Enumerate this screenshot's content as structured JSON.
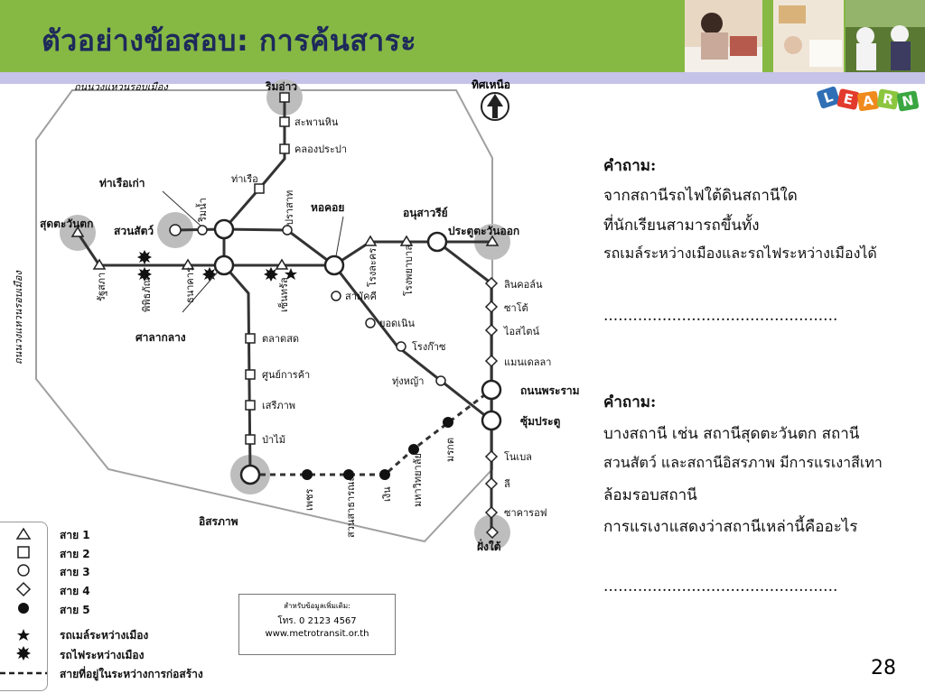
{
  "title": "ตัวอย่างข้อสอบ: การค้นสาระ",
  "colors": {
    "header": "#86b944",
    "strip": "#c5c3e8",
    "title": "#1d2a5a",
    "halo": "#bdbdbd",
    "line": "#333333"
  },
  "map": {
    "ring_label_top": "ถนนวงแหวนรอบเมือง",
    "ring_label_left": "ถนนวงแหวนรอบเมือง",
    "north_label": "ทิศเหนือ",
    "stations": {
      "rimao": "ริมอ่าว",
      "saphan_hin": "สะพานหิน",
      "khlong_prapa": "คลองประปา",
      "tha_ruea": "ท่าเรือ",
      "tha_ruea_kao": "ท่าเรือเก่า",
      "sud_tawan_tok": "สุดตะวันตก",
      "suan_sat": "สวนสัตว์",
      "rim_nam": "ริมน้ำ",
      "prasat": "ปราสาท",
      "hok_khoi": "หอคอย",
      "anusawari": "อนุสาวรีย์",
      "pratu_tawan_ok": "ประตูตะวันออก",
      "rongkhon": "โรงละคร",
      "rongphayaban": "โรงพยาบาล",
      "ratthasapha": "รัฐสภา",
      "phiphitthaphan": "พิพิธภัณฑ์",
      "thanakhan": "ธนาคาร",
      "sen_thoris": "เซ็นทรัล",
      "samakkhi": "สามัคคี",
      "sala_klang": "ศาลากลาง",
      "talat_sot": "ตลาดสด",
      "sun_kan_kha": "ศูนย์การค้า",
      "seriphap": "เสรีภาพ",
      "pa_mai": "ป่าไม้",
      "itsaraphap": "อิสรภาพ",
      "yot_noen": "ยอดเนิน",
      "rong_kasa": "โรงก๊าซ",
      "thung_ya": "ทุ่งหญ้า",
      "thanon_phra_ram": "ถนนพระราม",
      "sum_pratu": "ซุ้มประตู",
      "lincoln": "ลินคอล์น",
      "sato": "ซาโต้",
      "islind": "ไอสไตน์",
      "mandela": "แมนเดลลา",
      "nobel": "โนเบล",
      "li": "ลี",
      "sakharov": "ซาคารอฟ",
      "fang_tai": "ฝั่งใต้",
      "phet": "เพชร",
      "suan_satharana": "สวนสาธารณะ",
      "ngoen": "เงิน",
      "mahawitthayalai": "มหาวิทยาลัย",
      "morakot": "มรกต"
    }
  },
  "legend": {
    "line1": "สาย 1",
    "line2": "สาย 2",
    "line3": "สาย 3",
    "line4": "สาย 4",
    "line5": "สาย 5",
    "express": "รถเมล์ระหว่างเมือง",
    "intercity_train": "รถไฟระหว่างเมือง",
    "under_construction": "สายที่อยู่ในระหว่างการก่อสร้าง"
  },
  "contact": {
    "line1": "สำหรับข้อมูลเพิ่มเติม:",
    "phone": "โทร. 0 2123 4567",
    "website": "www.metrotransit.or.th"
  },
  "questions": [
    {
      "heading": "คำถาม:",
      "lines": [
        "จากสถานีรถไฟใต้ดินสถานีใด",
        "ที่นักเรียนสามารถขึ้นทั้ง",
        "รถเมล์ระหว่างเมืองและรถไฟระหว่างเมืองได้"
      ],
      "answer": "................................................"
    },
    {
      "heading": "คำถาม:",
      "lines": [
        "บางสถานี เช่น สถานีสุดตะวันตก สถานี",
        "สวนสัตว์ และสถานีอิสรภาพ มีการแรเงาสีเทา",
        "ล้อมรอบสถานี",
        "การแรเงาแสดงว่าสถานีเหล่านี้คืออะไร"
      ],
      "answer": "................................................"
    }
  ],
  "page_number": "28",
  "logo_letters": [
    "L",
    "E",
    "A",
    "R",
    "N"
  ]
}
